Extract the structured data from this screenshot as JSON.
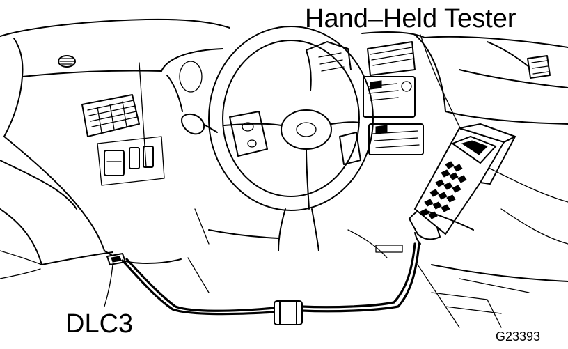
{
  "labels": {
    "tester": "Hand–Held Tester",
    "connector": "DLC3",
    "figure_code": "G23393"
  },
  "colors": {
    "ink": "#000000",
    "background": "#ffffff"
  }
}
